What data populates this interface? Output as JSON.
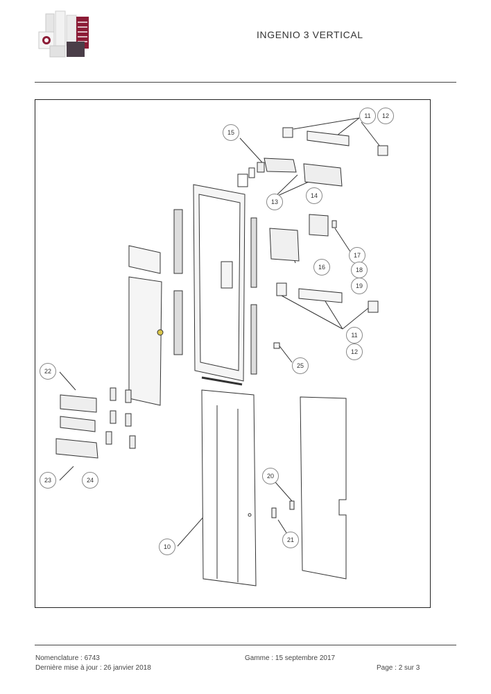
{
  "header": {
    "title": "INGENIO 3 VERTICAL",
    "logo_icon": "product-range-logo"
  },
  "diagram": {
    "callouts": [
      {
        "id": "c11a",
        "label": "11"
      },
      {
        "id": "c12a",
        "label": "12"
      },
      {
        "id": "c15",
        "label": "15"
      },
      {
        "id": "c14",
        "label": "14"
      },
      {
        "id": "c13",
        "label": "13"
      },
      {
        "id": "c17",
        "label": "17"
      },
      {
        "id": "c16",
        "label": "16"
      },
      {
        "id": "c18",
        "label": "18"
      },
      {
        "id": "c19",
        "label": "19"
      },
      {
        "id": "c11b",
        "label": "11"
      },
      {
        "id": "c12b",
        "label": "12"
      },
      {
        "id": "c25",
        "label": "25"
      },
      {
        "id": "c22",
        "label": "22"
      },
      {
        "id": "c20",
        "label": "20"
      },
      {
        "id": "c23",
        "label": "23"
      },
      {
        "id": "c24",
        "label": "24"
      },
      {
        "id": "c21",
        "label": "21"
      },
      {
        "id": "c10",
        "label": "10"
      }
    ]
  },
  "footer": {
    "nomenclature": "Nomenclature : 6743",
    "last_update": "Dernière mise à jour : 26 janvier 2018",
    "range": "Gamme : 15 septembre 2017",
    "page": "Page : 2 sur 3"
  }
}
